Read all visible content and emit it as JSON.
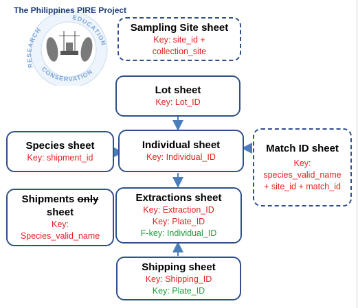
{
  "logo": {
    "title": "The Philippines PIRE Project",
    "ring_words": [
      "RESEARCH",
      "EDUCATION",
      "CONSERVATION"
    ]
  },
  "boxes": {
    "sampling_site": {
      "title": "Sampling Site sheet",
      "key_line1": "Key: site_id +",
      "key_line2": "collection_site"
    },
    "lot": {
      "title": "Lot sheet",
      "key": "Key: Lot_ID"
    },
    "species": {
      "title": "Species sheet",
      "key": "Key: shipment_id"
    },
    "individual": {
      "title": "Individual sheet",
      "key": "Key: Individual_ID"
    },
    "match_id": {
      "title": "Match ID sheet",
      "key_line1": "Key:",
      "key_line2": "species_valid_name",
      "key_line3": "+ site_id + match_id"
    },
    "shipments": {
      "title_word1": "Shipments",
      "title_word2": "only",
      "title_line2": "sheet",
      "key_line1": "Key:",
      "key_line2": "Species_valid_name"
    },
    "extractions": {
      "title": "Extractions sheet",
      "key1": "Key: Extraction_ID",
      "key2": "Key: Plate_ID",
      "fkey": "F-key: Individual_ID"
    },
    "shipping": {
      "title": "Shipping sheet",
      "key1": "Key: Shipping_ID",
      "key2": "Key: Plate_ID"
    }
  },
  "colors": {
    "border": "#2e4f8a",
    "arrow": "#4a7ebb",
    "key_red": "#e41f1f",
    "key_green": "#1f9d3c"
  }
}
